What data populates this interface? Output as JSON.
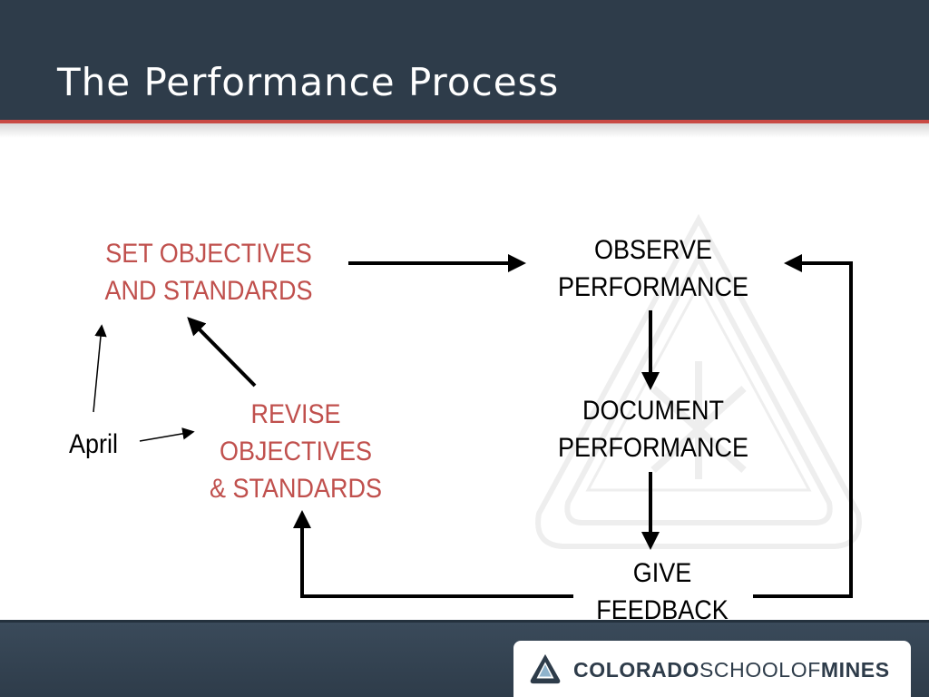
{
  "title": "The Performance Process",
  "diagram": {
    "set_objectives": [
      "SET OBJECTIVES",
      "AND STANDARDS"
    ],
    "observe": [
      "OBSERVE",
      "PERFORMANCE"
    ],
    "document": [
      "DOCUMENT",
      "PERFORMANCE"
    ],
    "feedback": [
      "GIVE",
      "FEEDBACK"
    ],
    "revise": [
      "REVISE",
      "OBJECTIVES",
      "& STANDARDS"
    ],
    "april": "April"
  },
  "logo": {
    "part1": "COLORADO",
    "part2": "SCHOOLOF",
    "part3": "MINES"
  },
  "colors": {
    "header": "#2e3c4a",
    "accent_red": "#c0504d",
    "text": "#000000"
  }
}
